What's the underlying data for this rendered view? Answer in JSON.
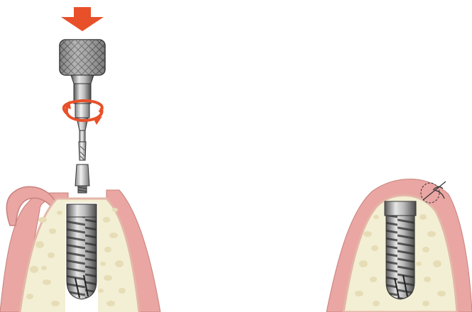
{
  "figure": {
    "panels": [
      {
        "id": "left",
        "step": "cover-screw-placement"
      },
      {
        "id": "right",
        "step": "closed-and-sutured"
      }
    ],
    "colors": {
      "background": "#ffffff",
      "gingiva": "#e9a6a3",
      "gingiva_dark": "#d98c87",
      "bone": "#f3efd4",
      "bone_dots": "#e6ddb6",
      "implant_light": "#d9d9d9",
      "implant_mid": "#9a9a9a",
      "implant_dark": "#555555",
      "arrow": "#e8502a",
      "outline": "#333333"
    },
    "icons": [
      "down-arrow-icon",
      "rotation-arrow-icon",
      "suture-knot-icon"
    ]
  }
}
